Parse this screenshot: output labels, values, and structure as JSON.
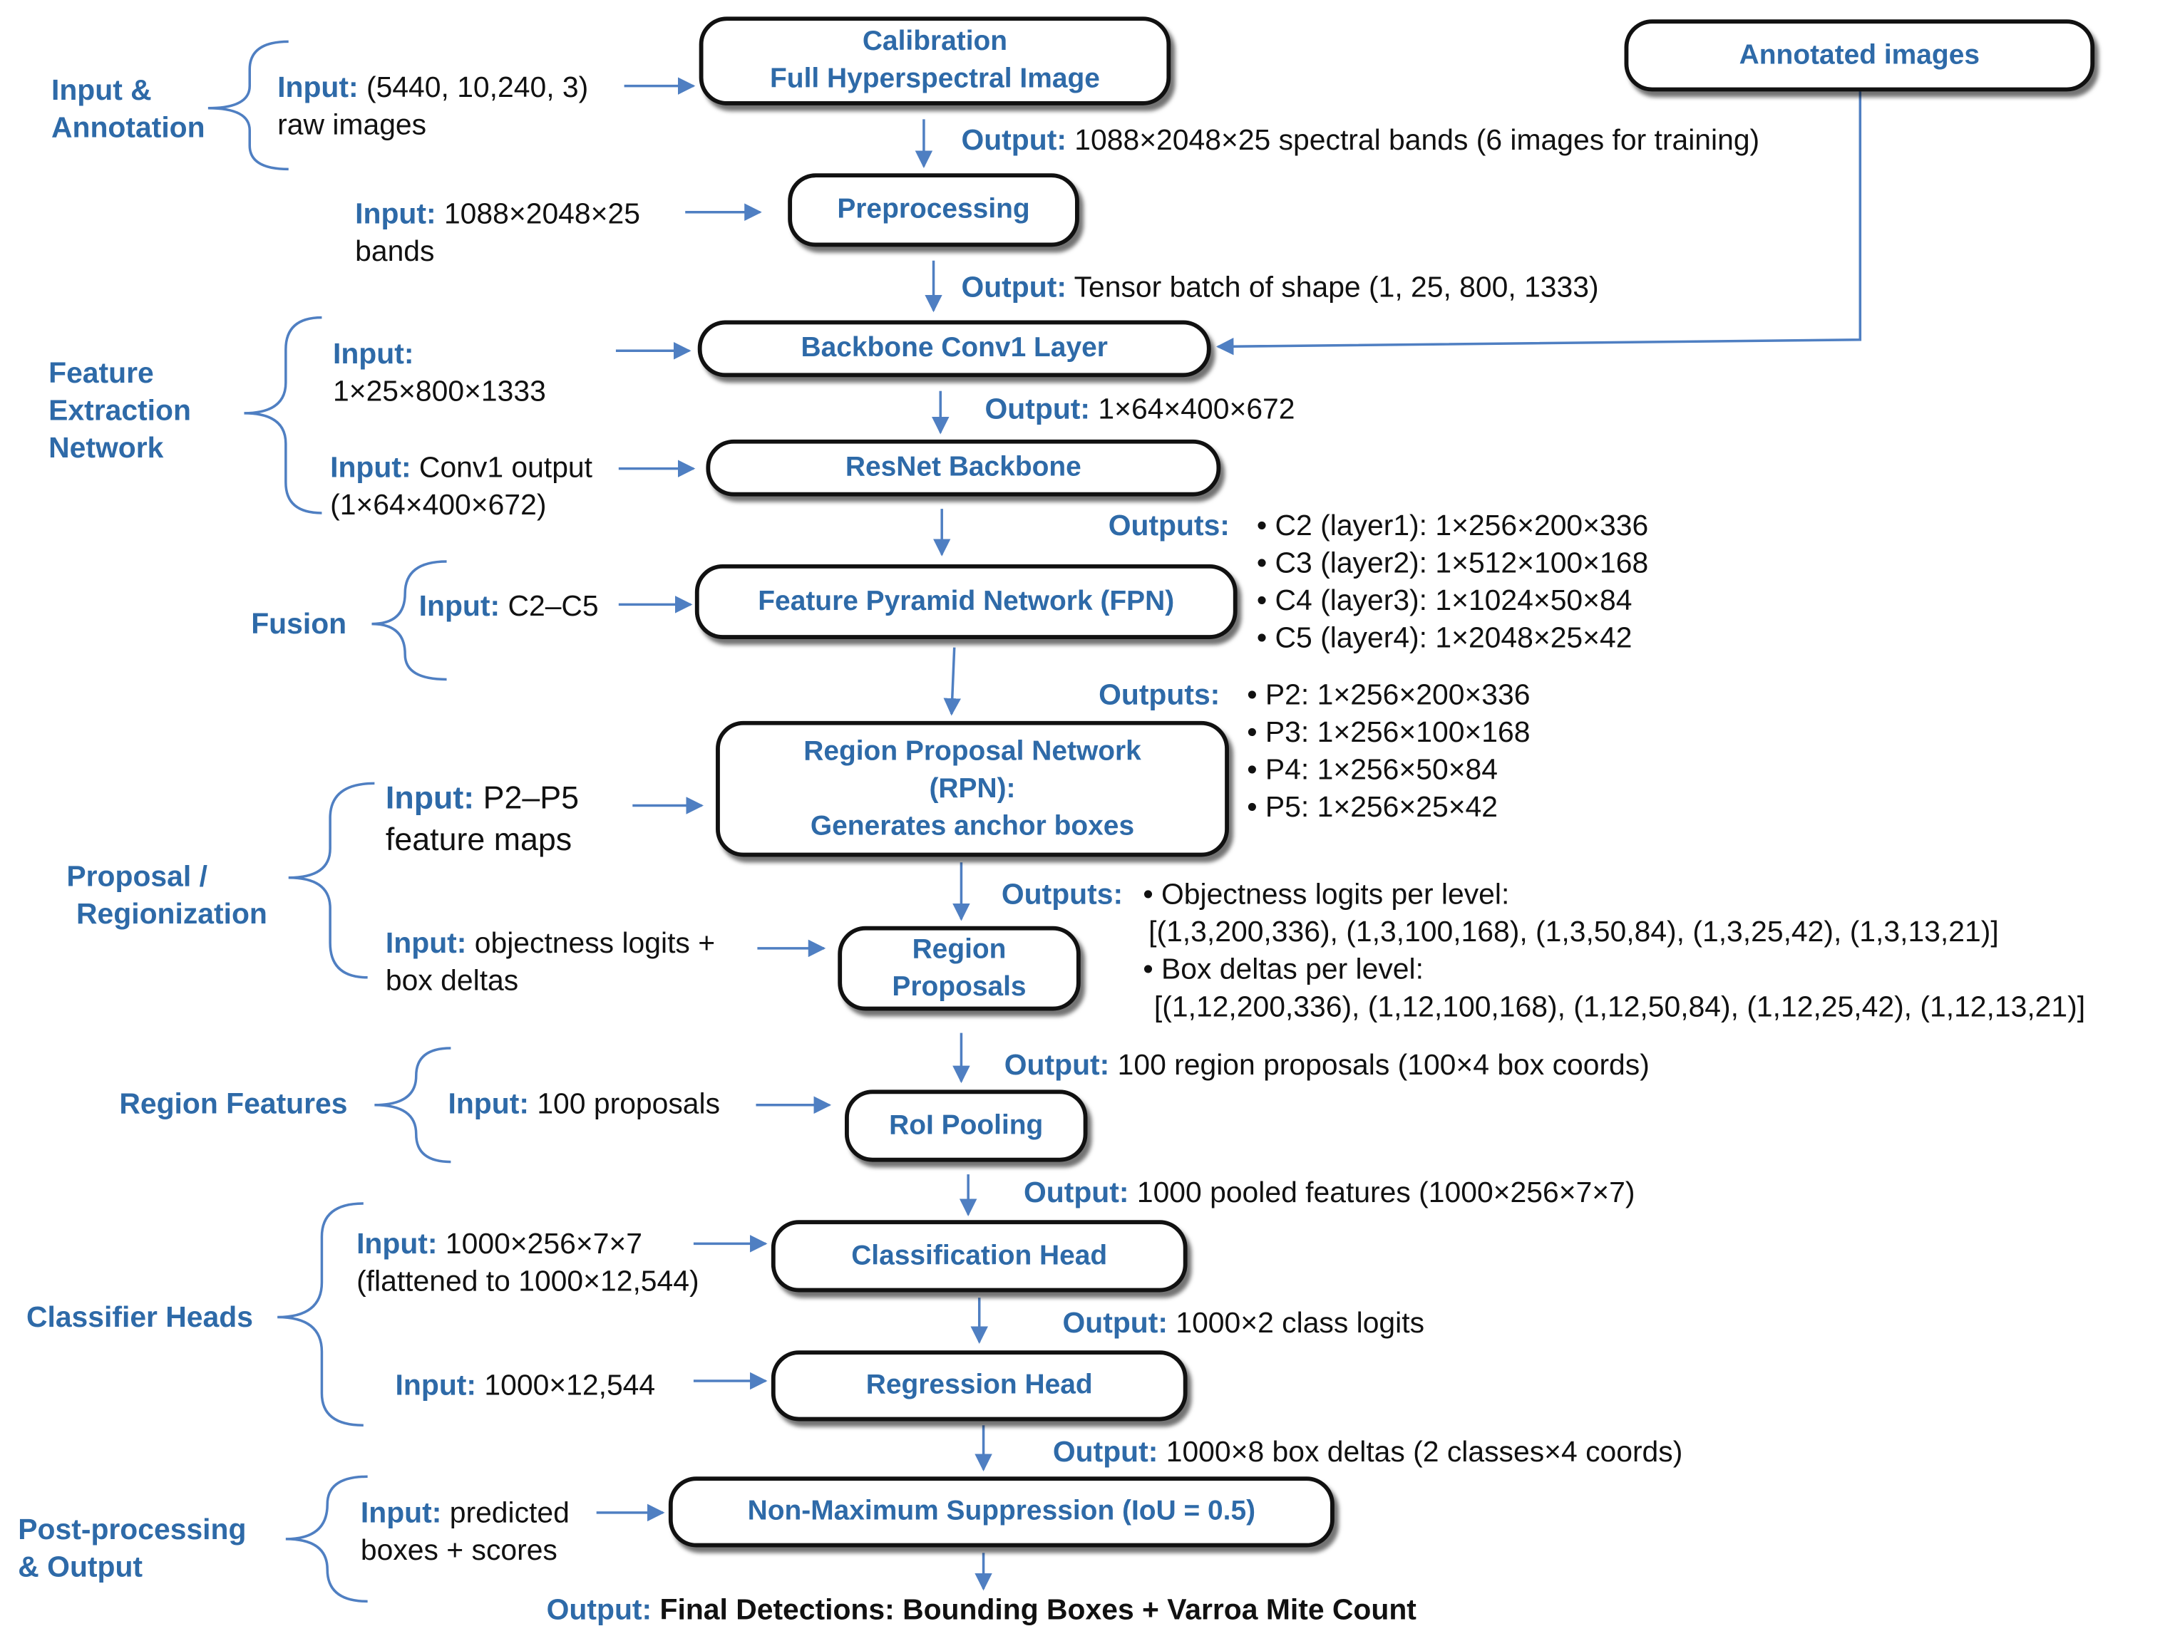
{
  "boxes": {
    "calibration": [
      "Calibration",
      "Full Hyperspectral Image"
    ],
    "annotated": "Annotated images",
    "preprocessing": "Preprocessing",
    "backbone_conv1": "Backbone Conv1 Layer",
    "resnet": "ResNet Backbone",
    "fpn": "Feature Pyramid Network (FPN)",
    "rpn": [
      "Region Proposal Network",
      "(RPN):",
      "Generates anchor boxes"
    ],
    "region_proposals": [
      "Region",
      "Proposals"
    ],
    "roi_pooling": "RoI Pooling",
    "classification_head": "Classification Head",
    "regression_head": "Regression Head",
    "nms": "Non-Maximum Suppression (IoU = 0.5)"
  },
  "stages": {
    "input_annotation": [
      "Input &",
      "Annotation"
    ],
    "feature_extraction": [
      "Feature",
      "Extraction",
      "Network"
    ],
    "fusion": "Fusion",
    "proposal": [
      "Proposal /",
      "Regionization"
    ],
    "region_features": "Region Features",
    "classifier_heads": "Classifier Heads",
    "post_processing": [
      "Post-processing",
      "& Output"
    ]
  },
  "keywords": {
    "input": "Input:",
    "output": "Output:",
    "outputs": "Outputs:"
  },
  "inputs": {
    "calibration": [
      "(5440, 10,240, 3)",
      "raw images"
    ],
    "preprocessing": [
      "1088×2048×25",
      "bands"
    ],
    "conv1": [
      "",
      "1×25×800×1333"
    ],
    "resnet": [
      "Conv1 output",
      "(1×64×400×672)"
    ],
    "fpn": "C2–C5",
    "rpn": [
      "P2–P5",
      "feature maps"
    ],
    "region_proposals": [
      "objectness logits +",
      "box deltas"
    ],
    "roi": "100 proposals",
    "classification": [
      "1000×256×7×7",
      "(flattened to 1000×12,544)"
    ],
    "regression": "1000×12,544",
    "nms": [
      "predicted",
      "boxes + scores"
    ]
  },
  "outputs": {
    "calibration": "1088×2048×25 spectral bands (6 images for training)",
    "preprocessing": "Tensor batch of shape (1, 25, 800, 1333)",
    "conv1": "1×64×400×672",
    "resnet": [
      "• C2 (layer1): 1×256×200×336",
      "• C3 (layer2): 1×512×100×168",
      "• C4 (layer3): 1×1024×50×84",
      "• C5 (layer4): 1×2048×25×42"
    ],
    "fpn": [
      "• P2: 1×256×200×336",
      "• P3: 1×256×100×168",
      "• P4: 1×256×50×84",
      "• P5: 1×256×25×42"
    ],
    "rpn": [
      "• Objectness logits per level:",
      "[(1,3,200,336), (1,3,100,168), (1,3,50,84), (1,3,25,42), (1,3,13,21)]",
      "• Box deltas per level:",
      "[(1,12,200,336), (1,12,100,168), (1,12,50,84), (1,12,25,42), (1,12,13,21)]"
    ],
    "region_proposals": "100 region proposals (100×4 box coords)",
    "roi": "1000 pooled features (1000×256×7×7)",
    "classification": "1000×2 class logits",
    "regression": "1000×8 box deltas (2 classes×4 coords)",
    "final": "Final Detections: Bounding Boxes + Varroa Mite Count"
  },
  "colors": {
    "accent": "#2e6aa8",
    "arrow": "#4f7fc2",
    "box_border": "#111111",
    "text": "#111111"
  }
}
